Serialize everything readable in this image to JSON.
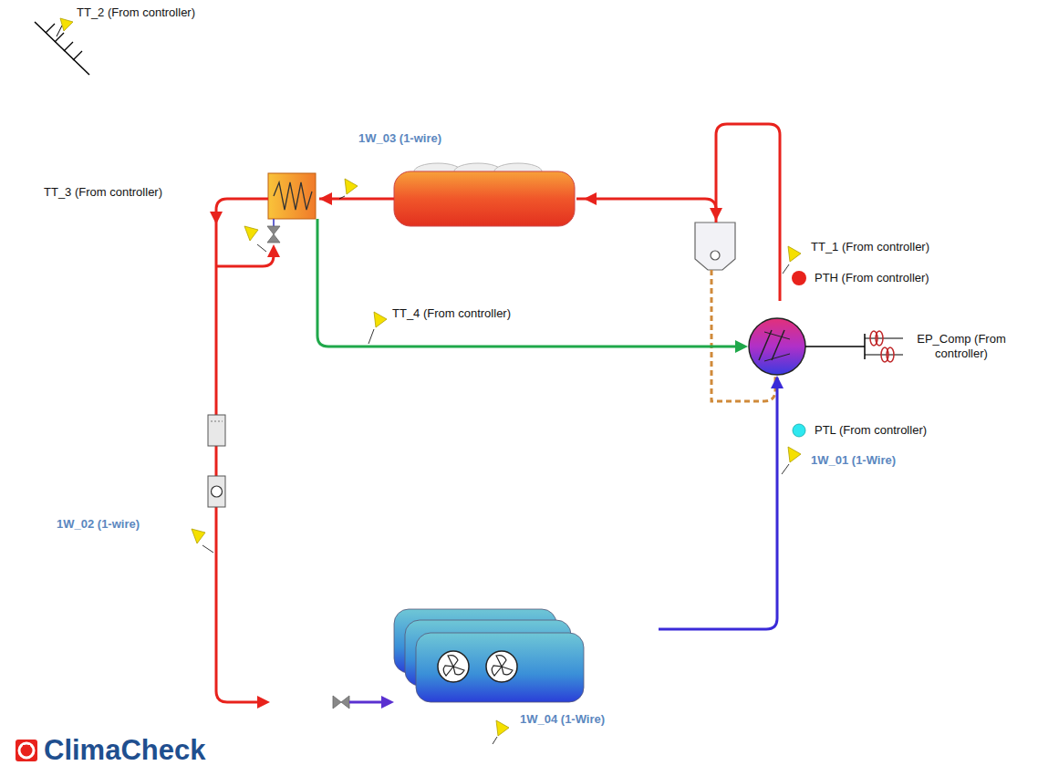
{
  "diagram": {
    "labels": [
      "TT_2 (From controller)",
      "1W_03 (1-wire)",
      "TT_3 (From controller)",
      "TT_1 (From controller)",
      "PTH (From controller)",
      "TT_4 (From controller)",
      "EP_Comp (From controller)",
      "PTL (From controller)",
      "1W_01 (1-Wire)",
      "1W_02 (1-wire)",
      "1W_04 (1-Wire)",
      "ClimaCheck"
    ]
  }
}
